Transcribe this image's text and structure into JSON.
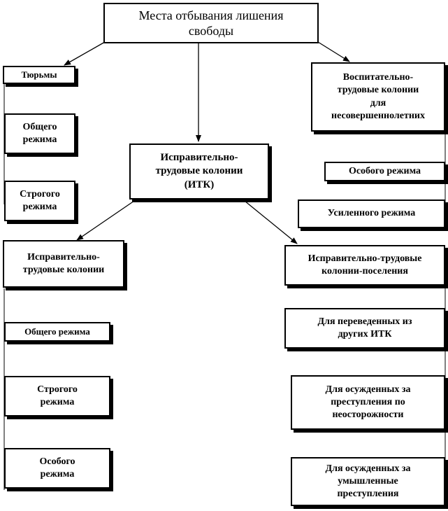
{
  "root": "Места отбывания лишения\nсвободы",
  "left_branch": {
    "title": "Тюрьмы",
    "items": [
      "Общего\nрежима",
      "Строгого\nрежима"
    ]
  },
  "right_branch": {
    "title": "Воспитательно-\nтрудовые колонии\nдля\nнесовершеннолетних",
    "items": [
      "Особого режима",
      "Усиленного режима"
    ]
  },
  "middle_branch": {
    "title": "Исправительно-\nтрудовые колонии\n(ИТК)",
    "itk": {
      "title": "Исправительно-\nтрудовые колонии",
      "items": [
        "Общего режима",
        "Строгого\nрежима",
        "Особого\nрежима"
      ]
    },
    "settlements": {
      "title": "Исправительно-трудовые\nколонии-поселения",
      "items": [
        "Для переведенных из\nдругих ИТК",
        "Для осужденных за\nпреступления по\nнеосторожности",
        "Для осужденных за\nумышленные\nпреступления"
      ]
    }
  }
}
